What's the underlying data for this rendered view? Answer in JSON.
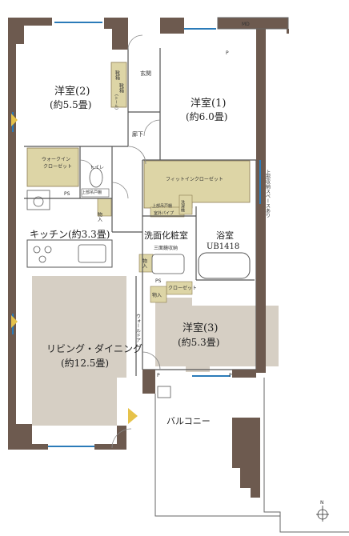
{
  "rooms": {
    "western2": {
      "name": "洋室(2)",
      "size": "(約5.5畳)"
    },
    "western1": {
      "name": "洋室(1)",
      "size": "(約6.0畳)"
    },
    "western3": {
      "name": "洋室(3)",
      "size": "(約5.3畳)"
    },
    "kitchen": {
      "name": "キッチン(約3.3畳)"
    },
    "living": {
      "name": "リビング・ダイニング",
      "size": "(約12.5畳)"
    },
    "washroom": {
      "name": "洗面化粧室"
    },
    "bath": {
      "name": "浴室",
      "size": "UB1418"
    },
    "balcony": {
      "name": "バルコニー"
    }
  },
  "labels": {
    "entrance": "玄関",
    "hallway": "廊下",
    "toilet": "トイレ",
    "walk_in_closet": [
      "ウォークイン",
      "クローゼット"
    ],
    "fit_in_closet": "フィットインクローゼット",
    "closet": "クローゼット",
    "storage": "物入",
    "shoe_box": "靴箱",
    "shoe_box2": "靴箱",
    "shoe_box2_note": "(トール)",
    "upper_storage": "上部収納スペースあり",
    "upper_shelf_pipe": [
      "上部吊戸棚",
      "室外パイプ"
    ],
    "washer": "洗濯機",
    "three_sided_mirror": "三面鏡収納",
    "walk_door": "ウォールドア",
    "ps": "PS",
    "p": "P",
    "md": "MD",
    "north": "N",
    "cabinet_note": "上部吊戸棚"
  },
  "colors": {
    "wall": "#6d5a4f",
    "closet_fill": "#ddd5a6",
    "floor_fill": "#d6cfc4",
    "line": "#555555"
  }
}
